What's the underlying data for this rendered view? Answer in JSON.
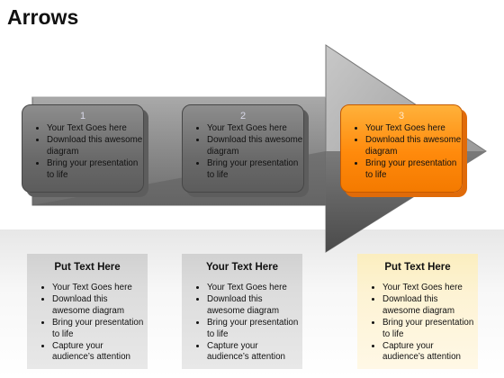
{
  "title": "Arrows",
  "colors": {
    "gray_box": "#6a6a6a",
    "orange_box": "#ff8a0c",
    "arrow_body": "#7a7a7a",
    "panel_gray": "#dcdcdc",
    "panel_yellow": "#fdf3d4"
  },
  "boxes": [
    {
      "number": "1",
      "items": [
        "Your Text Goes here",
        "Download this awesome diagram",
        "Bring your presentation to life"
      ]
    },
    {
      "number": "2",
      "items": [
        "Your Text Goes here",
        "Download this awesome diagram",
        "Bring your presentation to life"
      ]
    },
    {
      "number": "3",
      "items": [
        "Your Text Goes here",
        "Download this awesome diagram",
        "Bring your presentation to life"
      ]
    }
  ],
  "panels": [
    {
      "heading": "Put Text Here",
      "items": [
        "Your Text Goes here",
        "Download this awesome diagram",
        "Bring your presentation to life",
        "Capture your audience’s attention"
      ]
    },
    {
      "heading": "Your Text Here",
      "items": [
        "Your Text Goes here",
        "Download this awesome diagram",
        "Bring your presentation to life",
        "Capture your audience’s attention"
      ]
    },
    {
      "heading": "Put Text Here",
      "items": [
        "Your Text Goes here",
        "Download this awesome diagram",
        "Bring your presentation to life",
        "Capture your audience’s attention"
      ]
    }
  ]
}
